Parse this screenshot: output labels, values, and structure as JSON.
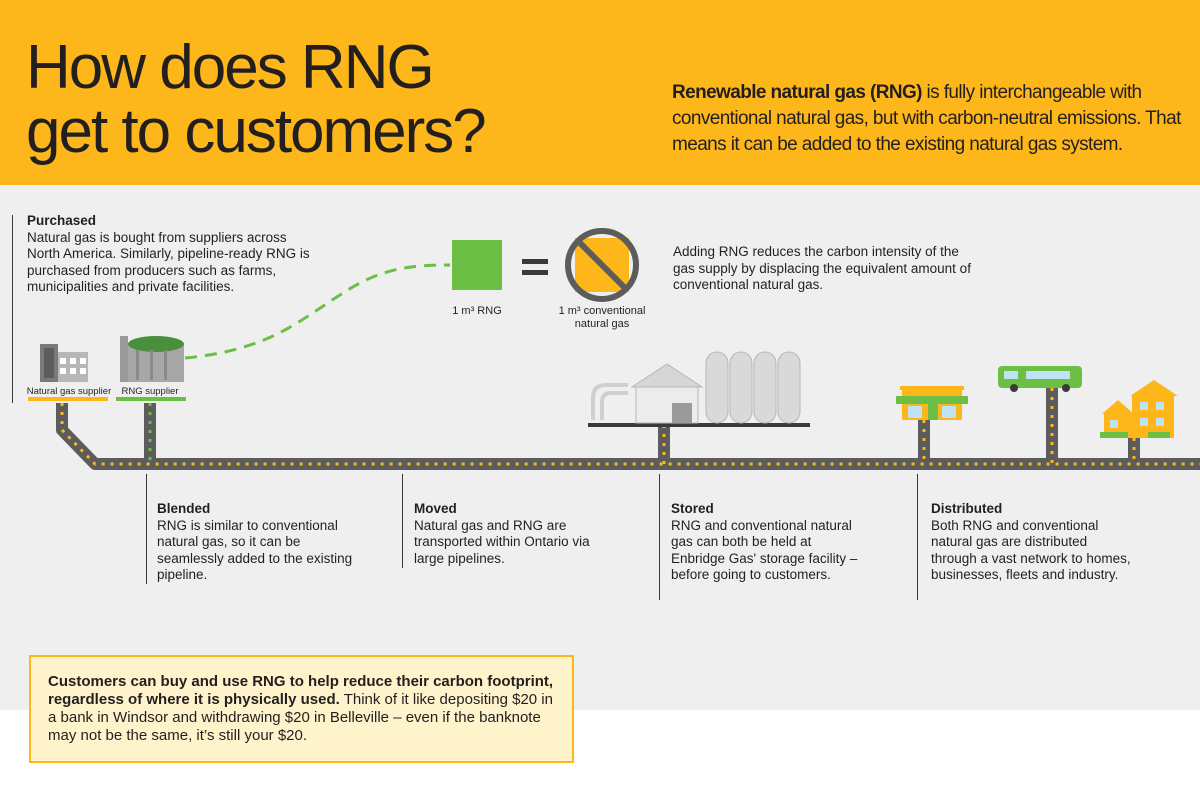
{
  "header": {
    "title_line1": "How does RNG",
    "title_line2": "get to customers?",
    "intro_bold": "Renewable natural gas (RNG)",
    "intro_rest": " is fully interchangeable with conventional natural gas, but with carbon-neutral emissions. That means it can be added to the existing natural gas system."
  },
  "equivalence": {
    "rng_caption": "1 m³ RNG",
    "conventional_caption_line1": "1 m³ conventional",
    "conventional_caption_line2": "natural gas",
    "description": "Adding RNG reduces the carbon intensity of the gas supply by displacing the equivalent amount of conventional natural gas."
  },
  "labels": {
    "natural_gas_supplier": "Natural gas supplier",
    "rng_supplier": "RNG supplier"
  },
  "steps": {
    "purchased": {
      "heading": "Purchased",
      "text": "Natural gas is bought from suppliers across North America. Similarly, pipeline-ready RNG is purchased from producers such as farms, municipalities and private facilities."
    },
    "blended": {
      "heading": "Blended",
      "text": "RNG is similar to conventional natural gas, so it can be seamlessly added to the existing pipeline."
    },
    "moved": {
      "heading": "Moved",
      "text": "Natural gas and RNG are transported within Ontario via large pipelines."
    },
    "stored": {
      "heading": "Stored",
      "text": "RNG and conventional natural gas can both be held at Enbridge Gas' storage facility – before going to customers."
    },
    "distributed": {
      "heading": "Distributed",
      "text": "Both RNG and conventional natural gas are distributed through a vast network to homes, businesses, fleets and industry."
    }
  },
  "note": {
    "bold": "Customers can buy and use RNG to help reduce their carbon footprint, regardless of where it is physically used.",
    "rest": " Think of it like depositing $20 in a bank in Windsor and withdrawing $20 in Belleville – even if the banknote may not be the same, it’s still your $20."
  },
  "colors": {
    "accent_yellow": "#fdb71a",
    "rng_green": "#6dbe45",
    "pipe_gray": "#5c5c5c",
    "panel": "#efeff0"
  }
}
